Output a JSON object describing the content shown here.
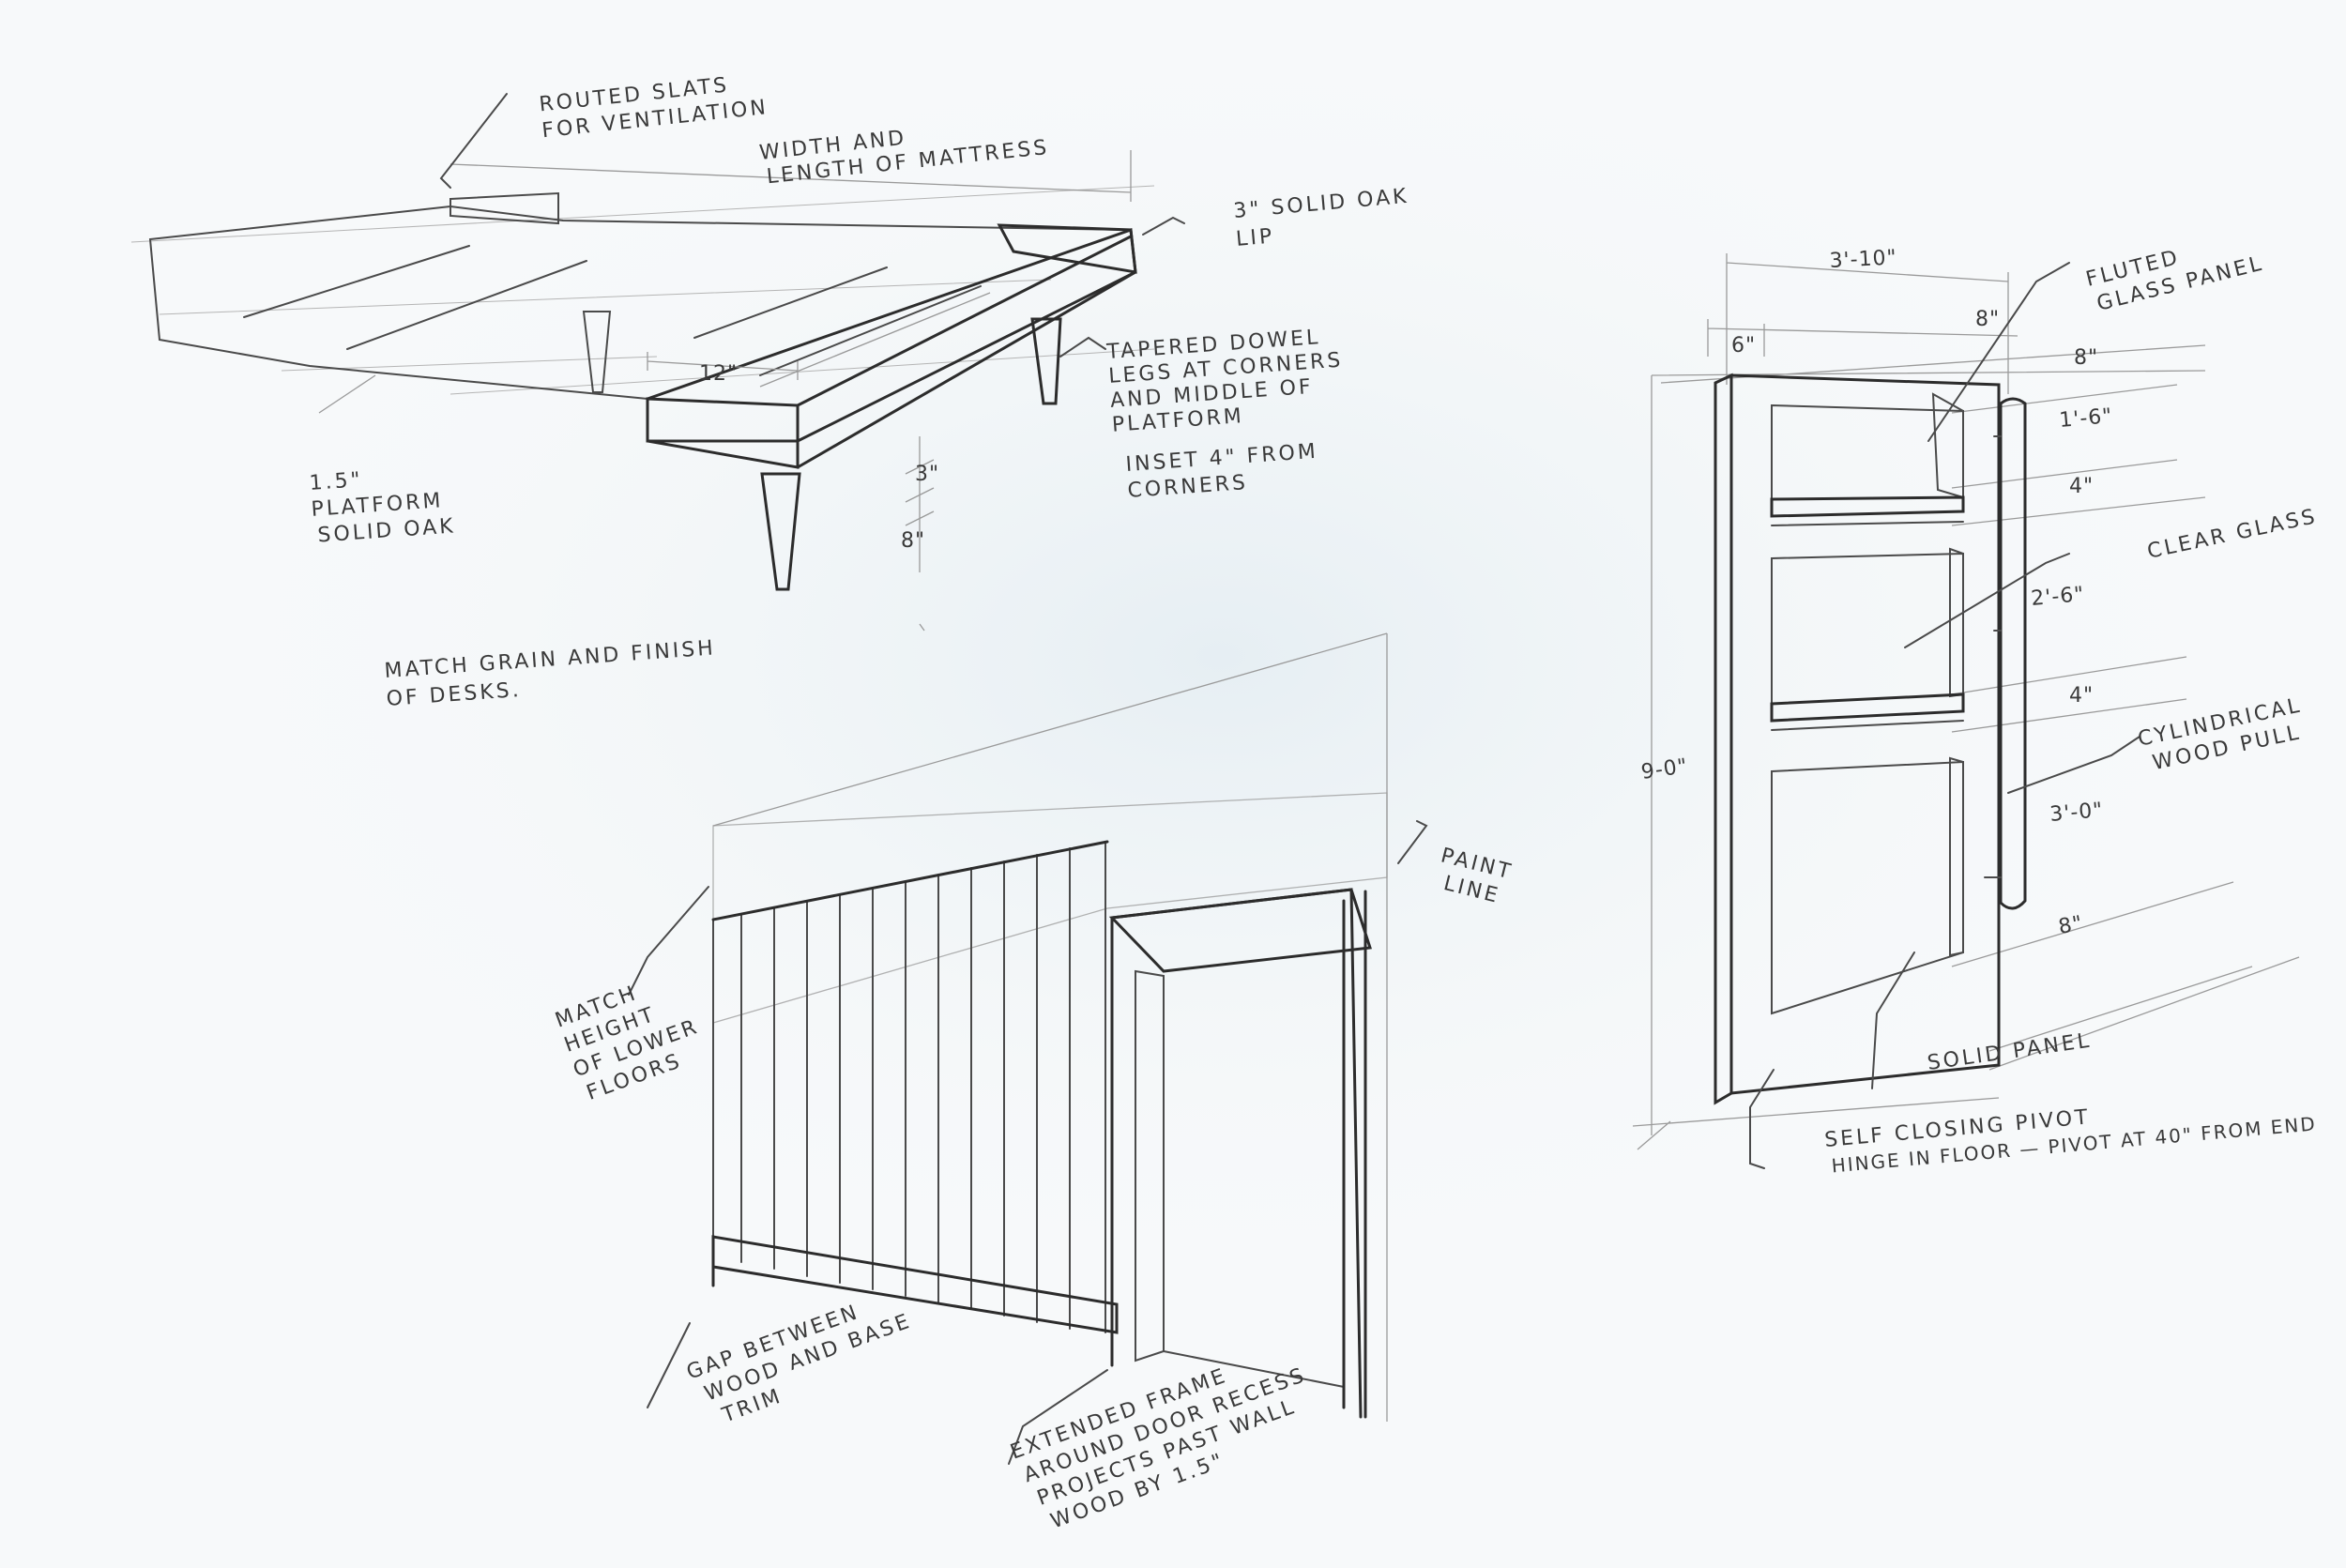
{
  "sheet": {
    "paper_color": "#f7f9fa",
    "pencil_color": "#3a3a3a"
  },
  "bed": {
    "note_slats_1": "ROUTED SLATS",
    "note_slats_2": "FOR VENTILATION",
    "note_width_1": "WIDTH AND",
    "note_width_2": "LENGTH OF MATTRESS",
    "note_lip_1": "3\" SOLID OAK",
    "note_lip_2": "LIP",
    "note_legs_1": "TAPERED DOWEL",
    "note_legs_2": "LEGS AT CORNERS",
    "note_legs_3": "AND MIDDLE OF",
    "note_legs_4": "PLATFORM",
    "note_inset_1": "INSET 4\" FROM",
    "note_inset_2": "CORNERS",
    "note_platform_1": "1.5\"",
    "note_platform_2": "PLATFORM",
    "note_platform_3": "SOLID OAK",
    "dim_12": "12\"",
    "dim_3": "3\"",
    "dim_8": "8\"",
    "note_match_1": "MATCH GRAIN AND FINISH",
    "note_match_2": "OF DESKS."
  },
  "wall": {
    "note_paint_1": "PAINT",
    "note_paint_2": "LINE",
    "note_height_1": "MATCH",
    "note_height_2": "HEIGHT",
    "note_height_3": "OF LOWER",
    "note_height_4": "FLOORS",
    "note_gap_1": "GAP BETWEEN",
    "note_gap_2": "WOOD AND BASE",
    "note_gap_3": "TRIM",
    "note_frame_1": "EXTENDED FRAME",
    "note_frame_2": "AROUND DOOR RECESS",
    "note_frame_3": "PROJECTS PAST WALL",
    "note_frame_4": "WOOD BY 1.5\""
  },
  "door": {
    "dim_width": "3'-10\"",
    "dim_6": "6\"",
    "dim_8_top": "8\"",
    "dim_8_rail": "8\"",
    "dim_1_6": "1'-6\"",
    "dim_4_a": "4\"",
    "dim_2_6": "2'-6\"",
    "dim_4_b": "4\"",
    "dim_3_0": "3'-0\"",
    "dim_8_bottom": "8\"",
    "dim_height": "9-0\"",
    "note_fluted_1": "FLUTED",
    "note_fluted_2": "GLASS PANEL",
    "note_clear": "CLEAR GLASS",
    "note_pull_1": "CYLINDRICAL",
    "note_pull_2": "WOOD PULL",
    "note_solid": "SOLID PANEL",
    "note_hinge_1": "SELF CLOSING PIVOT",
    "note_hinge_2": "HINGE IN FLOOR  —  PIVOT AT 40\" FROM END"
  }
}
